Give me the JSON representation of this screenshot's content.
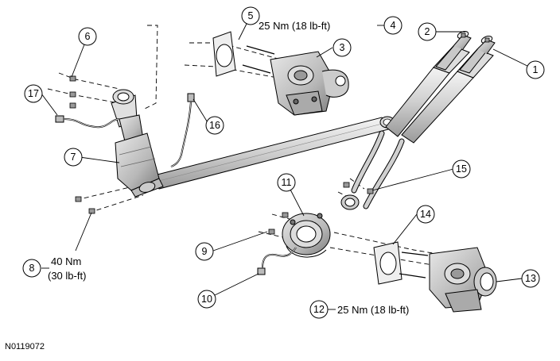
{
  "diagram": {
    "figure_id": "N0119072",
    "callouts": [
      "1",
      "2",
      "3",
      "4",
      "5",
      "6",
      "7",
      "8",
      "9",
      "10",
      "11",
      "12",
      "13",
      "14",
      "15",
      "16",
      "17"
    ],
    "torque": {
      "t4": "25 Nm (18 lb-ft)",
      "t8_line1": "40 Nm",
      "t8_line2": "(30 lb-ft)",
      "t12": "25 Nm (18 lb-ft)"
    }
  }
}
